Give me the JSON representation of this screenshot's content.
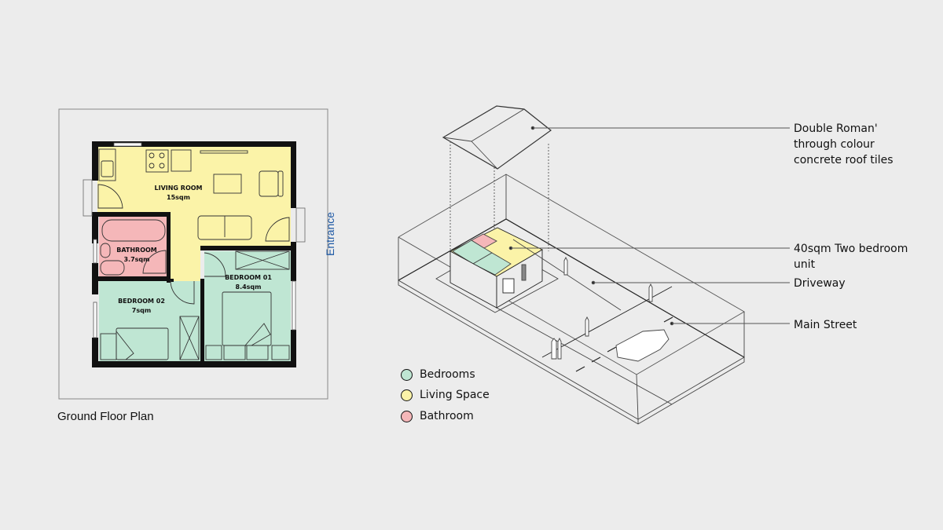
{
  "floor_plan": {
    "caption": "Ground Floor Plan",
    "entrance_label": "Entrance",
    "rooms": [
      {
        "name": "LIVING ROOM",
        "area": "15sqm",
        "type": "living"
      },
      {
        "name": "BATHROOM",
        "area": "3.7sqm",
        "type": "bathroom"
      },
      {
        "name": "BEDROOM 01",
        "area": "8.4sqm",
        "type": "bedroom"
      },
      {
        "name": "BEDROOM 02",
        "area": "7sqm",
        "type": "bedroom"
      }
    ]
  },
  "axonometric": {
    "callouts": [
      {
        "text_lines": [
          "Double Roman'",
          "through colour",
          "concrete roof tiles"
        ]
      },
      {
        "text_lines": [
          "40sqm Two bedroom",
          "unit"
        ]
      },
      {
        "text_lines": [
          "Driveway"
        ]
      },
      {
        "text_lines": [
          "Main Street"
        ]
      }
    ]
  },
  "legend": {
    "items": [
      {
        "label": "Bedrooms",
        "color": "#bfe6d3"
      },
      {
        "label": "Living Space",
        "color": "#fbf3a8"
      },
      {
        "label": "Bathroom",
        "color": "#f5b7b9"
      }
    ]
  },
  "colors": {
    "background": "#ececec",
    "living": "#fbf3a8",
    "bedroom": "#bfe6d3",
    "bathroom": "#f5b7b9",
    "wall": "#111111",
    "entrance_text": "#1f5aa6"
  }
}
